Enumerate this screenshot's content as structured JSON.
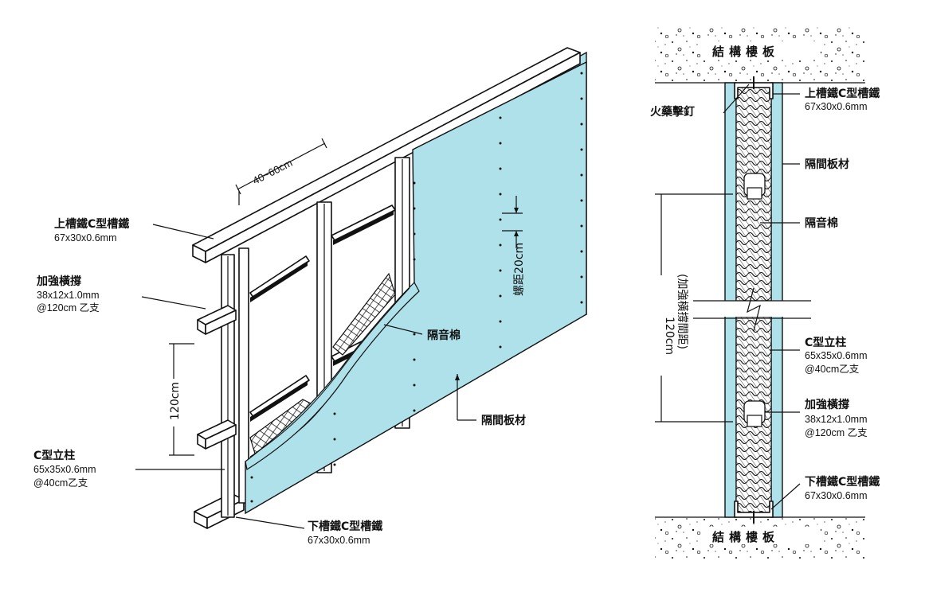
{
  "left_view": {
    "top_track_label": "上槽鐵C型槽鐵",
    "top_track_spec": "67x30x0.6mm",
    "brace_label": "加強橫撐",
    "brace_spec": "38x12x1.0mm",
    "brace_spacing": "@120cm 乙支",
    "stud_label": "C型立柱",
    "stud_spec": "65x35x0.6mm",
    "stud_spacing": "@40cm乙支",
    "bottom_track_label": "下槽鐵C型槽鐵",
    "bottom_track_spec": "67x30x0.6mm",
    "stud_gap_dim": "40~60cm",
    "brace_gap_dim": "120cm",
    "screw_dim": "螺距20cm",
    "insulation_label": "隔音棉",
    "board_label": "隔間板材"
  },
  "right_view": {
    "slab_top": "結構樓板",
    "slab_bottom": "結構樓板",
    "top_track_label": "上槽鐵C型槽鐵",
    "top_track_spec": "67x30x0.6mm",
    "anchor_label": "火藥擊釘",
    "board_label": "隔間板材",
    "insulation_label": "隔音棉",
    "brace_gap_dim": "120cm",
    "brace_gap_note": "(加強橫撐間距)",
    "stud_label": "C型立柱",
    "stud_spec": "65x35x0.6mm",
    "stud_spacing": "@40cm乙支",
    "brace_label": "加強橫撐",
    "brace_spec": "38x12x1.0mm",
    "brace_spacing": "@120cm 乙支",
    "bottom_track_label": "下槽鐵C型槽鐵",
    "bottom_track_spec": "67x30x0.6mm"
  },
  "colors": {
    "board_fill": "#aee1ea",
    "steel_fill": "#ffffff",
    "line": "#111111"
  }
}
